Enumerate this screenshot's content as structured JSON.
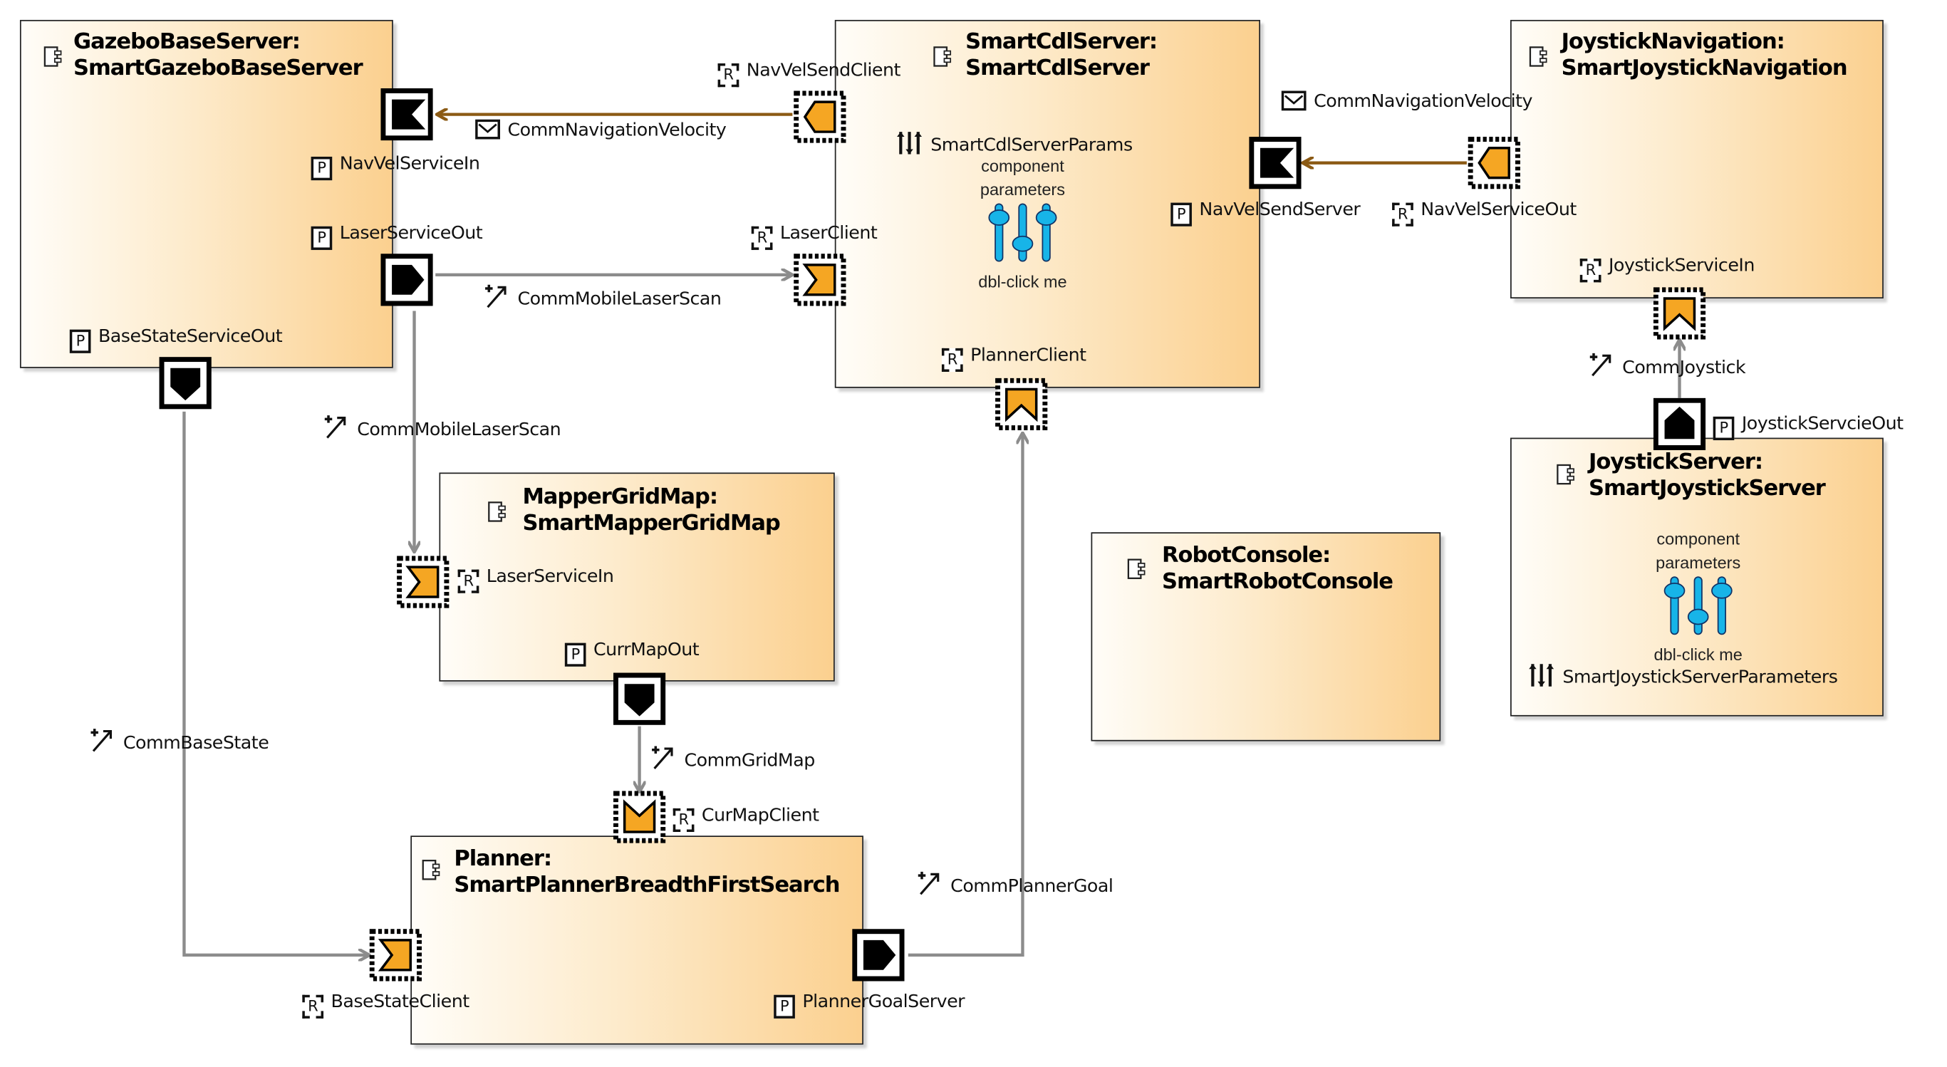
{
  "diagram": {
    "type": "component-deployment",
    "colors": {
      "component_fill_start": "#fffdf8",
      "component_fill_end": "#fbd08f",
      "port_accent": "#f5a623",
      "wire_service": "#8c8c8c",
      "wire_send": "#8b5a14",
      "param_slider": "#17b4e8"
    },
    "components": [
      {
        "id": "gazebo",
        "instance": "GazeboBaseServer:",
        "type": "SmartGazeboBaseServer"
      },
      {
        "id": "cdl",
        "instance": "SmartCdlServer:",
        "type": "SmartCdlServer",
        "params_label": "SmartCdlServerParams"
      },
      {
        "id": "joynav",
        "instance": "JoystickNavigation:",
        "type": "SmartJoystickNavigation"
      },
      {
        "id": "mapper",
        "instance": "MapperGridMap:",
        "type": "SmartMapperGridMap"
      },
      {
        "id": "console",
        "instance": "RobotConsole:",
        "type": "SmartRobotConsole"
      },
      {
        "id": "joyserver",
        "instance": "JoystickServer:",
        "type": "SmartJoystickServer",
        "params_label": "SmartJoystickServerParameters"
      },
      {
        "id": "planner",
        "instance": "Planner:",
        "type": "SmartPlannerBreadthFirstSearch"
      }
    ],
    "param_widget": {
      "line1": "component",
      "line2": "parameters",
      "hint": "dbl-click me"
    },
    "port_badges": {
      "provided": "P",
      "required": "R"
    },
    "ports": {
      "nav_vel_service_in": "NavVelServiceIn",
      "laser_service_out": "LaserServiceOut",
      "base_state_service_out": "BaseStateServiceOut",
      "nav_vel_send_client": "NavVelSendClient",
      "laser_client": "LaserClient",
      "planner_client": "PlannerClient",
      "nav_vel_send_server": "NavVelSendServer",
      "nav_vel_service_out": "NavVelServiceOut",
      "joystick_service_in": "JoystickServiceIn",
      "joystick_service_out": "JoystickServcieOut",
      "laser_service_in": "LaserServiceIn",
      "curr_map_out": "CurrMapOut",
      "cur_map_client": "CurMapClient",
      "base_state_client": "BaseStateClient",
      "planner_goal_server": "PlannerGoalServer"
    },
    "connections": [
      {
        "label": "CommNavigationVelocity",
        "kind": "send",
        "icon": "envelope-icon"
      },
      {
        "label": "CommMobileLaserScan",
        "kind": "query/push",
        "icon": "comm-object-icon"
      },
      {
        "label": "CommMobileLaserScan",
        "kind": "query/push",
        "icon": "comm-object-icon"
      },
      {
        "label": "CommNavigationVelocity",
        "kind": "send",
        "icon": "envelope-icon"
      },
      {
        "label": "CommJoystick",
        "kind": "push",
        "icon": "comm-object-icon"
      },
      {
        "label": "CommBaseState",
        "kind": "push",
        "icon": "comm-object-icon"
      },
      {
        "label": "CommGridMap",
        "kind": "query",
        "icon": "comm-object-icon"
      },
      {
        "label": "CommPlannerGoal",
        "kind": "push",
        "icon": "comm-object-icon"
      }
    ]
  }
}
